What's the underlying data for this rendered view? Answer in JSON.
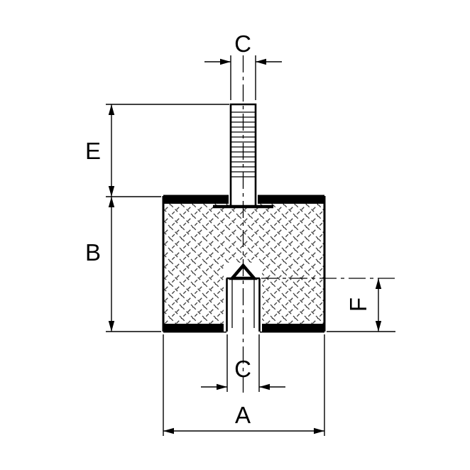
{
  "diagram": {
    "type": "technical-drawing",
    "labels": {
      "c_top": "C",
      "e": "E",
      "b": "B",
      "f": "F",
      "c_bottom": "C",
      "a": "A"
    },
    "colors": {
      "line": "#000000",
      "background": "#ffffff",
      "hatch": "#3c3c3c"
    }
  }
}
